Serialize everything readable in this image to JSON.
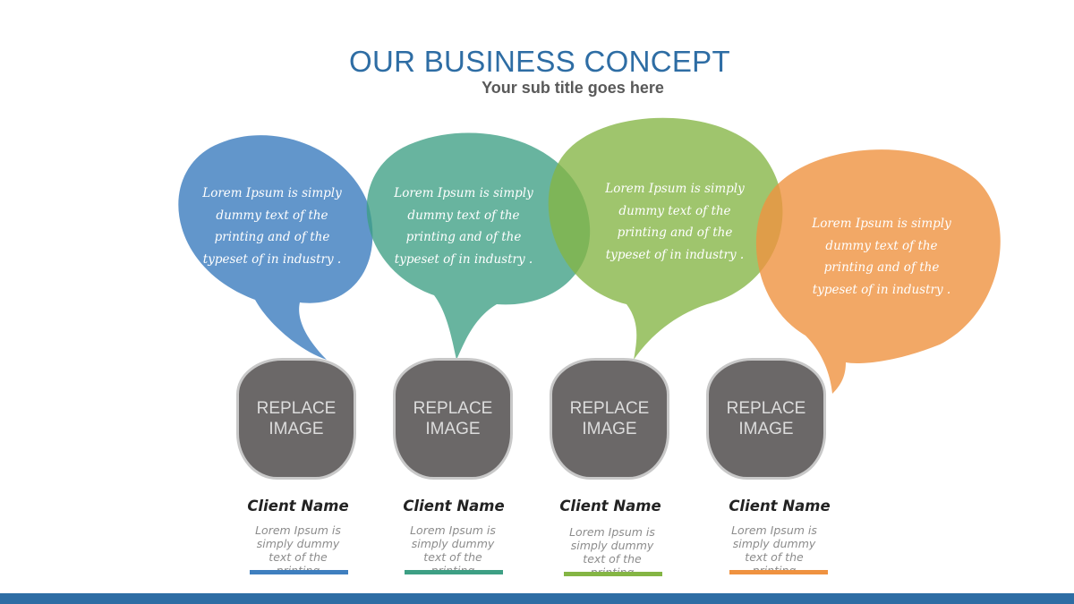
{
  "header": {
    "title": "OUR BUSINESS CONCEPT",
    "subtitle": "Your sub title goes here"
  },
  "colors": {
    "title": "#2e6da4",
    "footer_bar": "#2e6da4",
    "bubble_blue": "#3f7fbf",
    "bubble_teal": "#3d9f84",
    "bubble_green": "#84b544",
    "bubble_orange": "#ef9240",
    "photo_placeholder": "#6b6868"
  },
  "bubbles": [
    {
      "text": "Lorem Ipsum is simply dummy text of the printing and of the typeset of in industry ."
    },
    {
      "text": "Lorem Ipsum is simply dummy text of the printing and of the typeset of in industry ."
    },
    {
      "text": "Lorem Ipsum is simply dummy text of the printing and of the typeset of in industry ."
    },
    {
      "text": "Lorem Ipsum is simply dummy text of the printing and of the typeset of in industry ."
    }
  ],
  "clients": [
    {
      "image_label": "REPLACE\nIMAGE",
      "name": "Client Name",
      "description": "Lorem Ipsum is simply dummy text of the printing"
    },
    {
      "image_label": "REPLACE\nIMAGE",
      "name": "Client Name",
      "description": "Lorem Ipsum is simply dummy text of the printing"
    },
    {
      "image_label": "REPLACE\nIMAGE",
      "name": "Client Name",
      "description": "Lorem Ipsum is simply dummy text of the printing"
    },
    {
      "image_label": "REPLACE\nIMAGE",
      "name": "Client Name",
      "description": "Lorem Ipsum is simply dummy text of the printing"
    }
  ]
}
